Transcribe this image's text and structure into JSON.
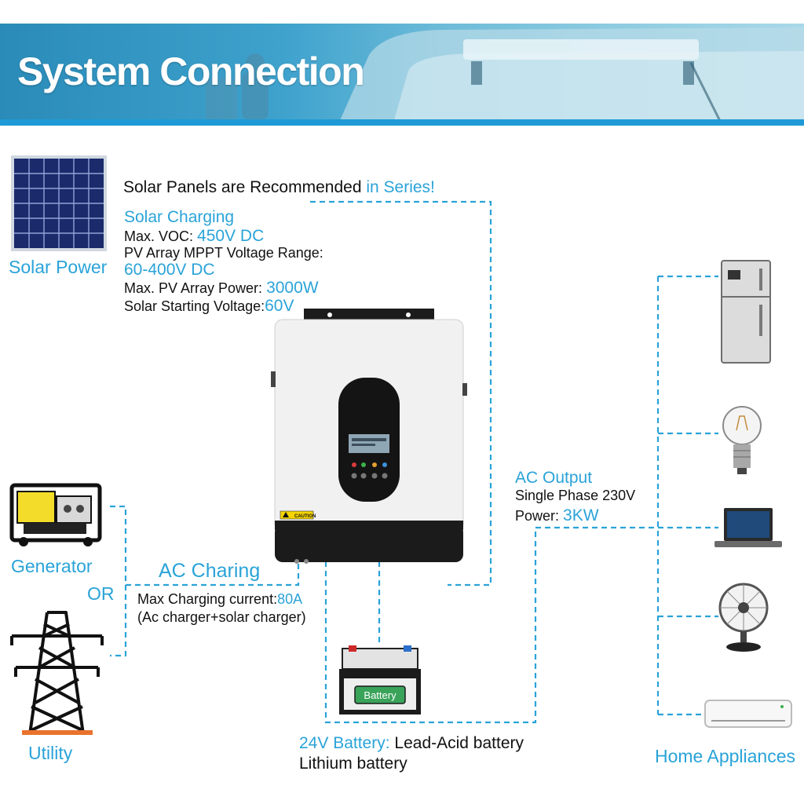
{
  "header": {
    "title": "System Connection"
  },
  "solar": {
    "label": "Solar Power",
    "recommend_prefix": "Solar Panels are Recommended",
    "recommend_highlight": "in Series!",
    "charging_title": "Solar Charging",
    "voc_label": "Max. VOC:",
    "voc_value": "450V DC",
    "mppt_label": "PV Array MPPT Voltage Range:",
    "mppt_value": "60-400V DC",
    "power_label": "Max. PV Array Power:",
    "power_value": "3000W",
    "start_label": "Solar Starting Voltage:",
    "start_value": "60V"
  },
  "ac_output": {
    "title": "AC Output",
    "phase": "Single Phase 230V",
    "power_label": "Power:",
    "power_value": "3KW"
  },
  "ac_charging": {
    "title": "AC Charing",
    "current_label": "Max Charging current:",
    "current_value": "80A",
    "note": "(Ac charger+solar charger)"
  },
  "sources": {
    "generator": "Generator",
    "or": "OR",
    "utility": "Utility"
  },
  "battery": {
    "sticker": "Battery",
    "voltage": "24V Battery:",
    "type1": "Lead-Acid battery",
    "type2": "Lithium battery"
  },
  "inverter": {
    "caution": "CAUTION"
  },
  "appliances": {
    "label": "Home Appliances"
  },
  "colors": {
    "accent": "#2aa3d8",
    "banner": "#1f9ad6"
  }
}
